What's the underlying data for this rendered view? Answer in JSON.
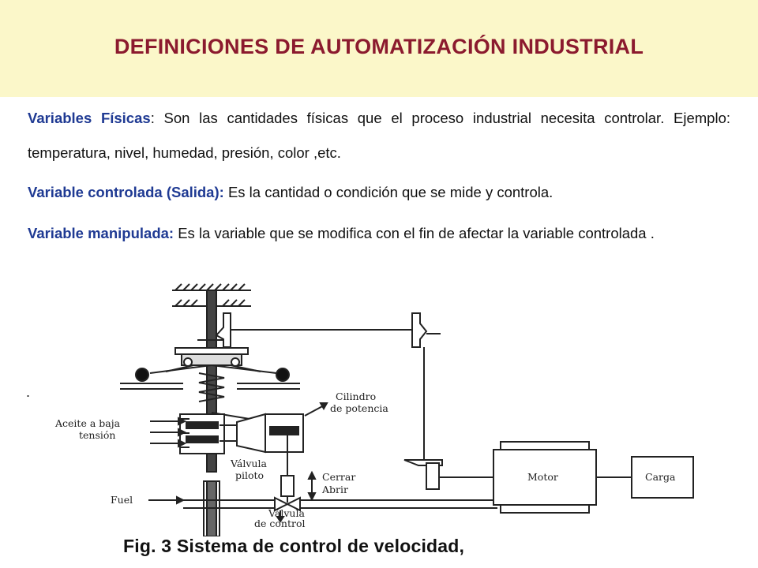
{
  "header": {
    "title": "DEFINICIONES  DE  AUTOMATIZACIÓN  INDUSTRIAL"
  },
  "definitions": [
    {
      "term": "Variables Físicas",
      "separator": ": ",
      "text": "Son las cantidades físicas que el proceso industrial necesita controlar. Ejemplo: temperatura, nivel, humedad, presión, color ,etc."
    },
    {
      "term": "Variable controlada (Salida):",
      "separator": " ",
      "text": "Es la cantidad o condición que se mide y  controla."
    },
    {
      "term": "Variable manipulada:",
      "separator": " ",
      "text": "Es la variable que se modifica con el fin de afectar la variable controlada ."
    }
  ],
  "stray_dot": ".",
  "diagram": {
    "labels": {
      "cilindro_1": "Cilindro",
      "cilindro_2": "de potencia",
      "aceite_1": "Aceite a baja",
      "aceite_2": "tensión",
      "valvula_piloto_1": "Válvula",
      "valvula_piloto_2": "piloto",
      "cerrar": "Cerrar",
      "abrir": "Abrir",
      "fuel": "Fuel",
      "valvula_control_1": "Válvula",
      "valvula_control_2": "de control",
      "motor": "Motor",
      "carga": "Carga"
    }
  },
  "caption": "Fig.   3 Sistema de control de velocidad,",
  "colors": {
    "title": "#8b1a2e",
    "term": "#1f3a93",
    "header_bg": "#fbf7c9"
  }
}
